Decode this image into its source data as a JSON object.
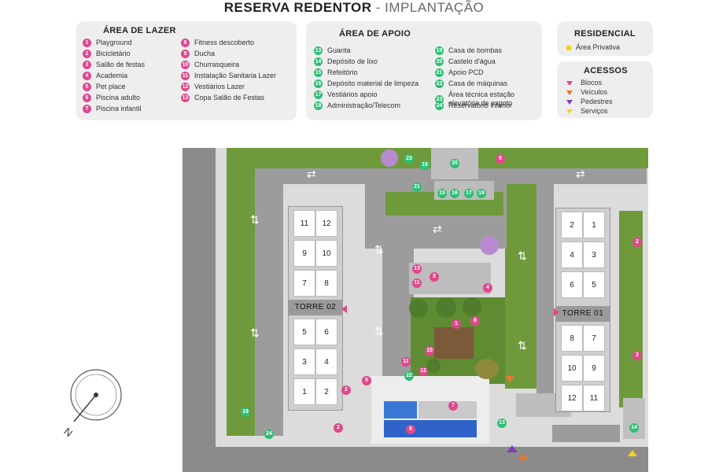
{
  "title": {
    "main": "RESERVA REDENTOR",
    "separator": " - ",
    "sub": "IMPLANTAÇÃO"
  },
  "lazer": {
    "heading": "ÁREA DE LAZER",
    "col1": [
      {
        "n": "1",
        "label": "Playground"
      },
      {
        "n": "2",
        "label": "Bicicletário"
      },
      {
        "n": "3",
        "label": "Salão de festas"
      },
      {
        "n": "4",
        "label": "Academia"
      },
      {
        "n": "5",
        "label": "Pet place"
      },
      {
        "n": "6",
        "label": "Piscina adulto"
      },
      {
        "n": "7",
        "label": "Piscina infantil"
      }
    ],
    "col2": [
      {
        "n": "8",
        "label": "Fitness descoberto"
      },
      {
        "n": "9",
        "label": "Ducha"
      },
      {
        "n": "10",
        "label": "Churrasqueira"
      },
      {
        "n": "11",
        "label": "Instalação Sanitaria Lazer"
      },
      {
        "n": "12",
        "label": "Vestiários Lazer"
      },
      {
        "n": "13",
        "label": "Copa Salão de Festas"
      }
    ]
  },
  "apoio": {
    "heading": "ÁREA DE APOIO",
    "col1": [
      {
        "n": "13",
        "label": "Guarita"
      },
      {
        "n": "14",
        "label": "Depósito de lixo"
      },
      {
        "n": "15",
        "label": "Refeitório"
      },
      {
        "n": "16",
        "label": "Depósito material de limpeza"
      },
      {
        "n": "17",
        "label": "Vestiários apoio"
      },
      {
        "n": "18",
        "label": "Administração/Telecom"
      }
    ],
    "col2": [
      {
        "n": "19",
        "label": "Casa de bombas"
      },
      {
        "n": "20",
        "label": "Castelo d'água"
      },
      {
        "n": "21",
        "label": "Apoio PCD"
      },
      {
        "n": "22",
        "label": "Casa de máquinas"
      },
      {
        "n": "23",
        "label": "Área técnica estação elevatória de esgoto"
      },
      {
        "n": "24",
        "label": "Reservatório inferior"
      }
    ]
  },
  "residencial": {
    "heading": "RESIDENCIAL",
    "item": "Área Privativa",
    "color": "#f2d21b"
  },
  "acessos": {
    "heading": "ACESSOS",
    "items": [
      {
        "label": "Blocos",
        "color": "#e0478c"
      },
      {
        "label": "Veículos",
        "color": "#e8772e"
      },
      {
        "label": "Pedestres",
        "color": "#7b3fb0"
      },
      {
        "label": "Serviços",
        "color": "#f2d21b"
      }
    ]
  },
  "map": {
    "torre02": {
      "label": "TORRE 02",
      "units_top": [
        [
          "11",
          "12"
        ],
        [
          "9",
          "10"
        ],
        [
          "7",
          "8"
        ]
      ],
      "units_bottom": [
        [
          "5",
          "6"
        ],
        [
          "3",
          "4"
        ],
        [
          "1",
          "2"
        ]
      ]
    },
    "torre01": {
      "label": "TORRE 01",
      "units_top": [
        [
          "2",
          "1"
        ],
        [
          "4",
          "3"
        ],
        [
          "6",
          "5"
        ]
      ],
      "units_bottom": [
        [
          "8",
          "7"
        ],
        [
          "10",
          "9"
        ],
        [
          "12",
          "11"
        ]
      ]
    },
    "markers": [
      {
        "n": "23",
        "kind": "green"
      },
      {
        "n": "19",
        "kind": "green"
      },
      {
        "n": "20",
        "kind": "green"
      },
      {
        "n": "5",
        "kind": "pink"
      },
      {
        "n": "21",
        "kind": "green"
      },
      {
        "n": "15",
        "kind": "green"
      },
      {
        "n": "16",
        "kind": "green"
      },
      {
        "n": "17",
        "kind": "green"
      },
      {
        "n": "18",
        "kind": "green"
      },
      {
        "n": "13",
        "kind": "pink"
      },
      {
        "n": "3",
        "kind": "pink"
      },
      {
        "n": "11",
        "kind": "pink"
      },
      {
        "n": "4",
        "kind": "pink"
      },
      {
        "n": "1",
        "kind": "pink"
      },
      {
        "n": "8",
        "kind": "pink"
      },
      {
        "n": "10",
        "kind": "pink"
      },
      {
        "n": "11",
        "kind": "pink"
      },
      {
        "n": "12",
        "kind": "pink"
      },
      {
        "n": "22",
        "kind": "green"
      },
      {
        "n": "9",
        "kind": "pink"
      },
      {
        "n": "7",
        "kind": "pink"
      },
      {
        "n": "6",
        "kind": "pink"
      },
      {
        "n": "2",
        "kind": "pink"
      },
      {
        "n": "2",
        "kind": "pink"
      },
      {
        "n": "2",
        "kind": "pink"
      },
      {
        "n": "2",
        "kind": "pink"
      },
      {
        "n": "19",
        "kind": "green"
      },
      {
        "n": "24",
        "kind": "green"
      },
      {
        "n": "13",
        "kind": "green"
      },
      {
        "n": "14",
        "kind": "green"
      }
    ]
  },
  "compass": {
    "label": "N"
  }
}
